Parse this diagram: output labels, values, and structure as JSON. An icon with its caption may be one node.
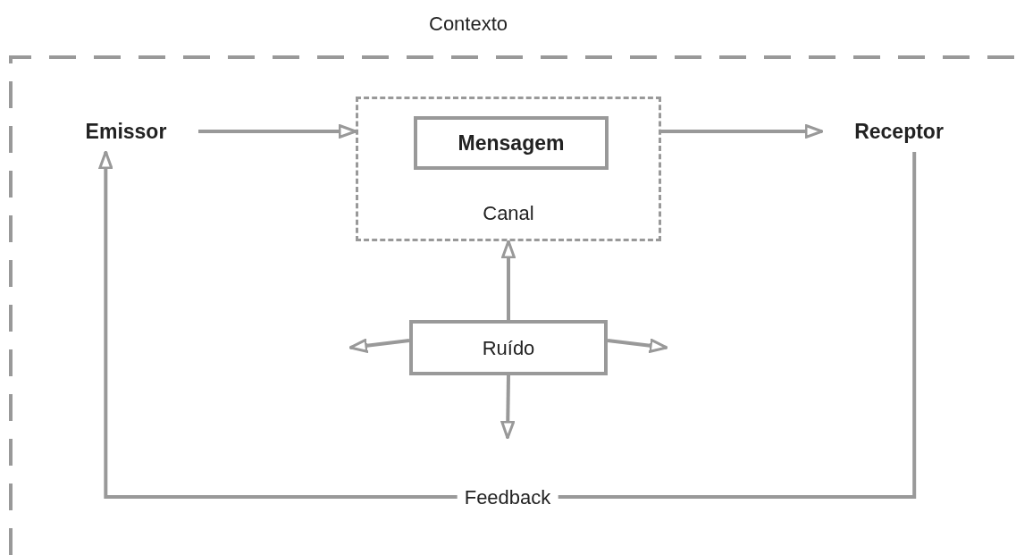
{
  "diagram": {
    "nodes": [
      {
        "text": [
          "Contexto"
        ]
      },
      {
        "text": [
          "Emissor"
        ],
        "in": 0
      },
      {
        "text": [
          "Canal"
        ],
        "in": 0
      },
      {
        "text": [
          "Mensagem"
        ],
        "in": 2
      },
      {
        "text": [
          "Receptor"
        ],
        "in": 0
      },
      {
        "text": [
          "Ruído"
        ],
        "in": 0
      }
    ],
    "edges": [
      {
        "from": 1,
        "to": 2,
        "arrow": "to"
      },
      {
        "from": 2,
        "to": 4,
        "arrow": "to"
      },
      {
        "from": 4,
        "to": 1,
        "arrow": "to",
        "label": "Feedback"
      },
      {
        "from": 5,
        "to": 2,
        "arrow": "to"
      },
      {
        "from": 5,
        "to": null,
        "arrow": "to"
      },
      {
        "from": 5,
        "to": null,
        "arrow": "to"
      },
      {
        "from": 5,
        "to": null,
        "arrow": "to"
      }
    ]
  }
}
